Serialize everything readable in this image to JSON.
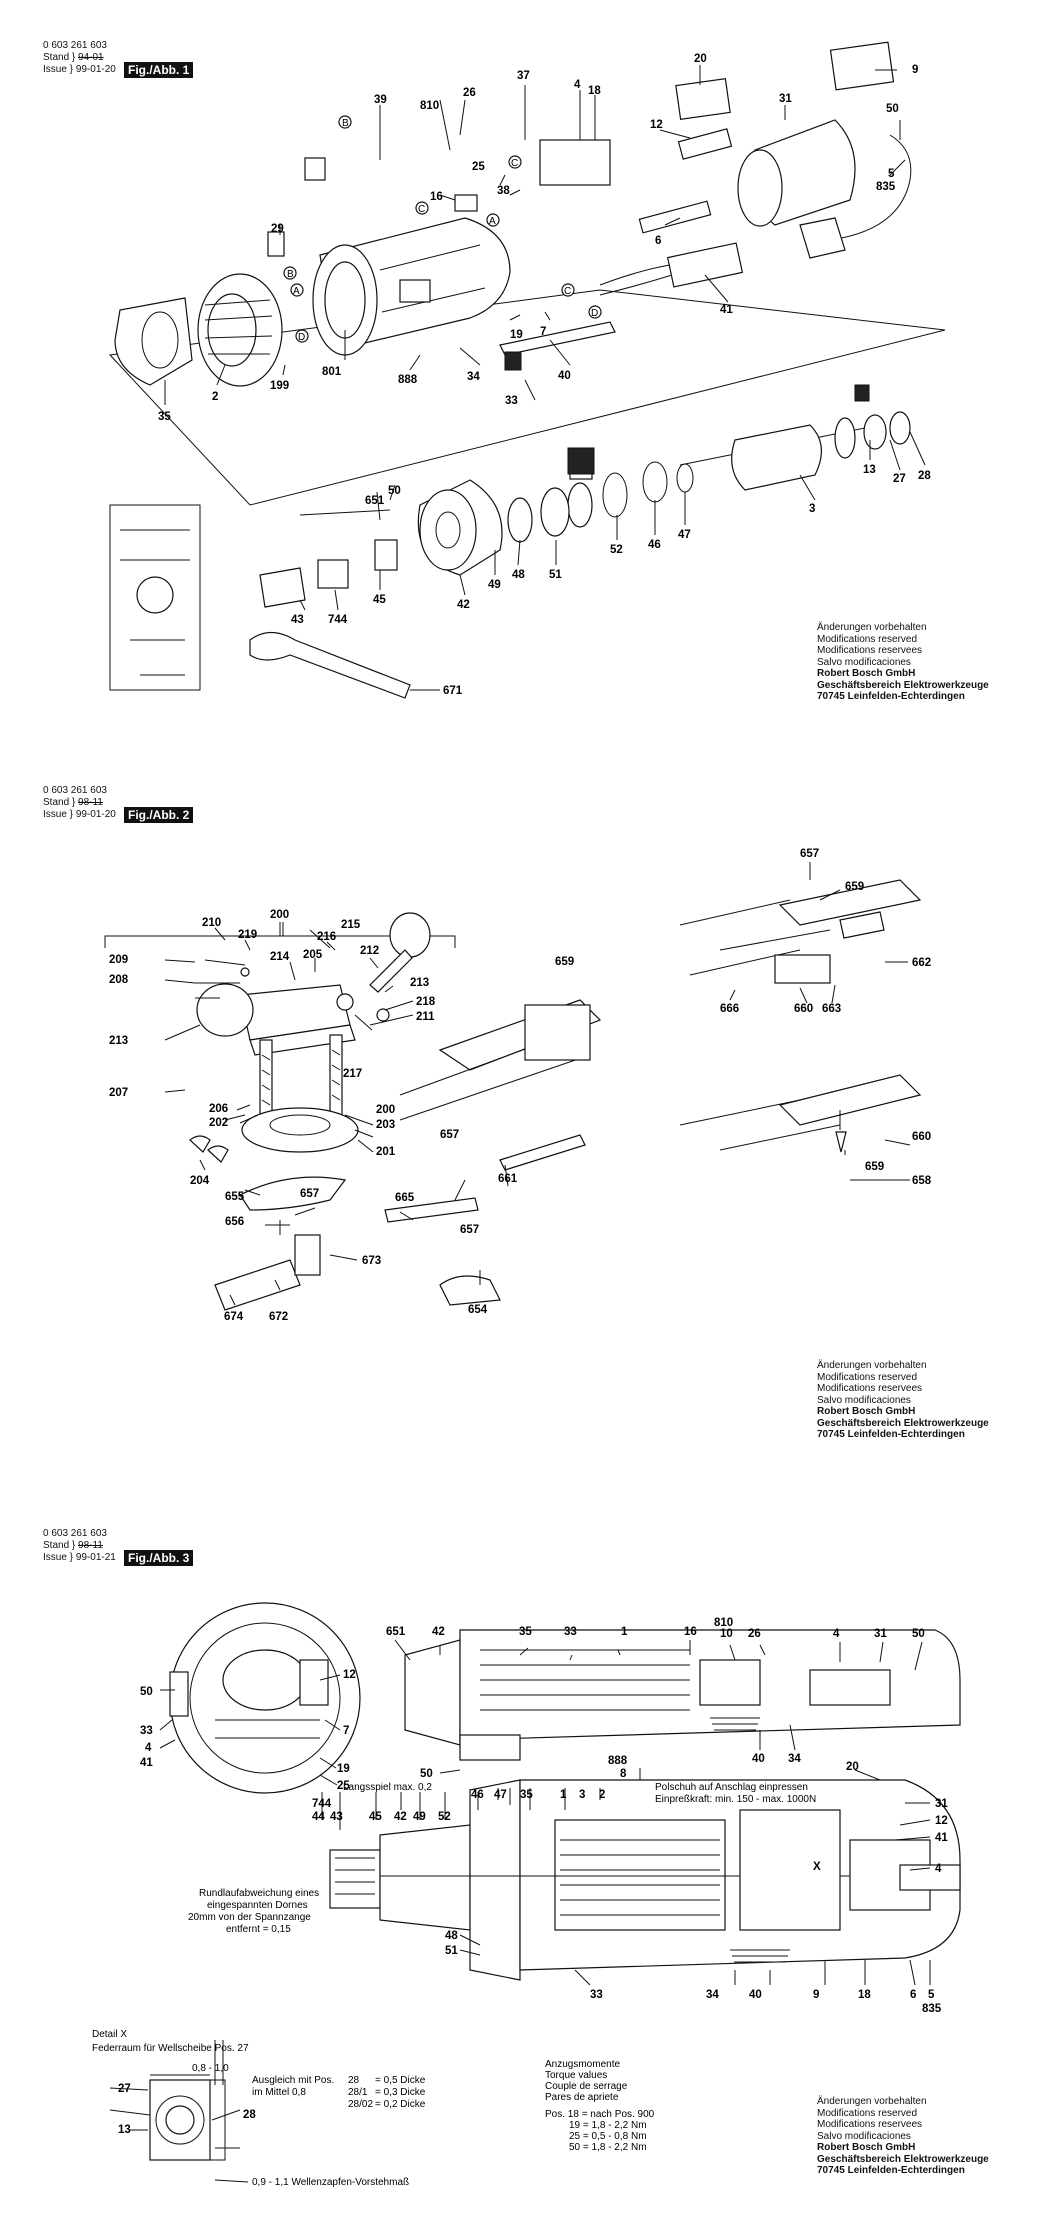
{
  "sheets": [
    {
      "doc_no": "0 603 261 603",
      "stand_word": "Stand",
      "issue_word": "Issue",
      "old_date": "94-01",
      "date": "99-01-20",
      "fig_label": "Fig./Abb. 1"
    },
    {
      "doc_no": "0 603 261 603",
      "stand_word": "Stand",
      "issue_word": "Issue",
      "old_date": "98-11",
      "date": "99-01-20",
      "fig_label": "Fig./Abb. 2"
    },
    {
      "doc_no": "0 603 261 603",
      "stand_word": "Stand",
      "issue_word": "Issue",
      "old_date": "98-11",
      "date": "99-01-21",
      "fig_label": "Fig./Abb. 3"
    }
  ],
  "notes": {
    "line1": "Änderungen vorbehalten",
    "line2": "Modifications reserved",
    "line3": "Modifications reservees",
    "line4": "Salvo modificaciones",
    "line5": "Robert Bosch GmbH",
    "line6": "Geschäftsbereich Elektrowerkzeuge",
    "line7": "70745 Leinfelden-Echterdingen"
  },
  "fig1_labels": {
    "p20": "20",
    "p31": "31",
    "p9": "9",
    "p37": "37",
    "p4": "4",
    "p18": "18",
    "p39": "39",
    "p810": "810",
    "p26": "26",
    "p12": "12",
    "p50": "50",
    "p5": "5",
    "p835": "835",
    "p25": "25",
    "p38": "38",
    "p16": "16",
    "p6": "6",
    "p29": "29",
    "p41": "41",
    "p19": "19",
    "p7": "7",
    "p35": "35",
    "p2": "2",
    "p801": "801",
    "p199": "199",
    "p888": "888",
    "p34": "34",
    "p40": "40",
    "p33": "33",
    "p13": "13",
    "p27": "27",
    "p28": "28",
    "p3": "3",
    "p651": "651",
    "p49": "49",
    "p48": "48",
    "p51": "51",
    "p52": "52",
    "p46": "46",
    "p47": "47",
    "p43": "43",
    "p744": "744",
    "p45": "45",
    "p42": "42",
    "p671": "671",
    "cA": "A",
    "cB": "B",
    "cC": "C",
    "cD": "D"
  },
  "fig2_labels": {
    "p200": "200",
    "p210": "210",
    "p219": "219",
    "p215": "215",
    "p216": "216",
    "p209": "209",
    "p214": "214",
    "p205": "205",
    "p212": "212",
    "p208": "208",
    "p213a": "213",
    "p213b": "213",
    "p218": "218",
    "p211": "211",
    "p207": "207",
    "p206": "206",
    "p217": "217",
    "p202": "202",
    "p203": "203",
    "p200b": "200",
    "p201": "201",
    "p204": "204",
    "p659a": "659",
    "p661": "661",
    "p657a": "657",
    "p665": "665",
    "p655": "655",
    "p657b": "657",
    "p656": "656",
    "p673": "673",
    "p674": "674",
    "p672": "672",
    "p657c": "657",
    "p654": "654",
    "p657d": "657",
    "p659b": "659",
    "p662": "662",
    "p666": "666",
    "p660a": "660",
    "p663": "663",
    "p660b": "660",
    "p659c": "659",
    "p658": "658"
  },
  "fig3_labels": {
    "p651": "651",
    "p42": "42",
    "p35": "35",
    "p33": "33",
    "p1": "1",
    "p16": "16",
    "p810": "810",
    "p10": "10",
    "p26": "26",
    "p4": "4",
    "p31": "31",
    "p50": "50",
    "p12": "12",
    "p50b": "50",
    "p33b": "33",
    "p4b": "4",
    "p41": "41",
    "p7": "7",
    "p19": "19",
    "p25": "25",
    "p40": "40",
    "p34": "34",
    "p50c": "50",
    "p888": "888",
    "p8": "8",
    "p744": "744",
    "p44": "44",
    "p43": "43",
    "p45": "45",
    "p42b": "42",
    "p49": "49",
    "p52": "52",
    "p46": "46",
    "p47": "47",
    "p35b": "35",
    "p1b": "1",
    "p3": "3",
    "p2": "2",
    "p20": "20",
    "p31b": "31",
    "p12b": "12",
    "p41b": "41",
    "p4c": "4",
    "p48": "48",
    "p51": "51",
    "p33c": "33",
    "p34b": "34",
    "p40b": "40",
    "p9": "9",
    "p18": "18",
    "p6": "6",
    "p5": "5",
    "p835": "835",
    "p27": "27",
    "p13": "13",
    "p28": "28",
    "x": "X",
    "axial_play": "Langsspiel max. 0,2",
    "press_note1": "Polschuh auf Anschlag einpressen",
    "press_note2": "Einpreßkraft: min. 150 - max. 1000N",
    "runout1": "Rundlaufabweichung eines",
    "runout2": "eingespannten Dornes",
    "runout3": "20mm von der Spannzange",
    "runout4": "entfernt = 0,15",
    "detail1": "Detail X",
    "detail2": "Federraum für Wellscheibe Pos. 27",
    "dim": "0,8 - 1,0",
    "comp1": "Ausgleich mit Pos.",
    "comp2": "im Mittel 0,8",
    "c_28": "28",
    "c_28_1": "28/1",
    "c_28_02": "28/02",
    "c_eq1": "= 0,5 Dicke",
    "c_eq2": "= 0,3 Dicke",
    "c_eq3": "= 0,2 Dicke",
    "preset": "0,9 - 1,1 Wellenzapfen-Vorstehmaß",
    "torque1": "Anzugsmomente",
    "torque2": "Torque values",
    "torque3": "Couple de serrage",
    "torque4": "Pares de apriete",
    "tq1": "Pos. 18 = nach Pos. 900",
    "tq2": "19 = 1,8 - 2,2 Nm",
    "tq3": "25 = 0,5 - 0,8 Nm",
    "tq4": "50 = 1,8 - 2,2 Nm"
  }
}
